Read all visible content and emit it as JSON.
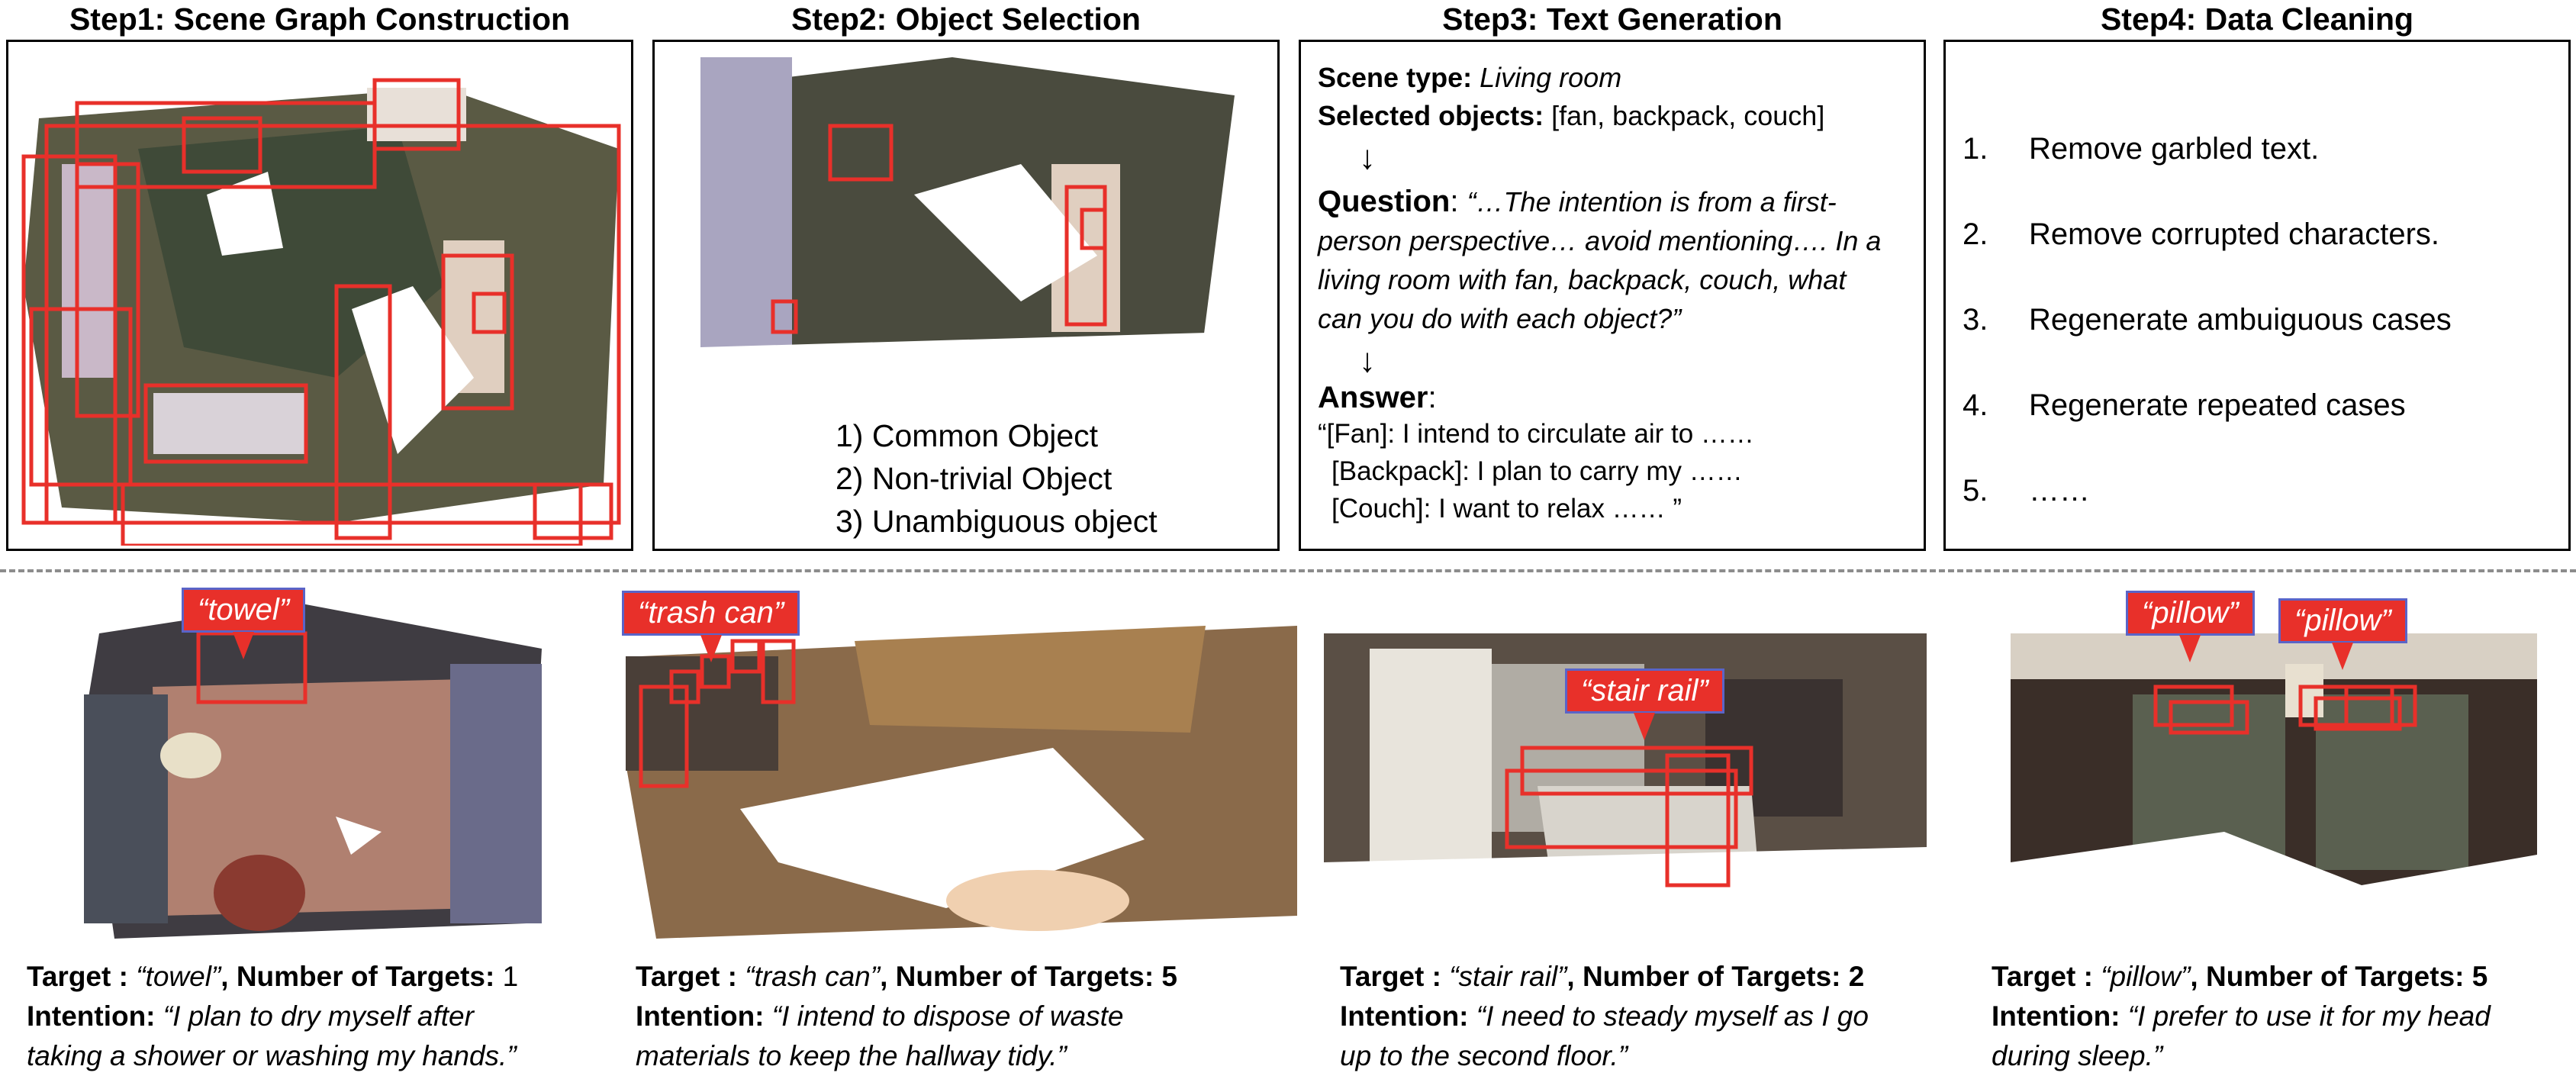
{
  "steps": {
    "step1_title": "Step1: Scene Graph Construction",
    "step2_title": "Step2: Object Selection",
    "step3_title": "Step3: Text Generation",
    "step4_title": "Step4: Data Cleaning"
  },
  "step2": {
    "criteria": [
      "1) Common Object",
      "2) Non-trivial Object",
      "3) Unambiguous object"
    ]
  },
  "step3": {
    "scene_type_label": "Scene type:",
    "scene_type_value": "Living room",
    "selected_label": "Selected objects:",
    "selected_value": "[fan, backpack, couch]",
    "question_label": "Question",
    "question_lines": [
      "“…The intention is from a first-",
      "person perspective… avoid mentioning…. In a",
      "living room with fan, backpack, couch, what",
      "can you do with each object?”"
    ],
    "answer_label": "Answer",
    "answer_lines": [
      "“[Fan]: I intend to circulate air to ……",
      "[Backpack]: I plan to carry my ……",
      "[Couch]: I want to relax …… ”"
    ]
  },
  "step4": {
    "items": [
      {
        "num": "1.",
        "text": "Remove garbled text."
      },
      {
        "num": "2.",
        "text": "Remove corrupted characters."
      },
      {
        "num": "3.",
        "text": "Regenerate ambuiguous cases"
      },
      {
        "num": "4.",
        "text": "Regenerate repeated cases"
      },
      {
        "num": "5.",
        "text": "……"
      }
    ]
  },
  "examples": [
    {
      "callouts": [
        "“towel”"
      ],
      "target_label": "Target :",
      "target_value": "“towel”",
      "count_label": "Number of Targets:",
      "count_value": "1",
      "intention_label": "Intention:",
      "intention_lines": [
        "“I plan to dry myself after",
        "taking a shower or washing my hands.”"
      ]
    },
    {
      "callouts": [
        "“trash can”"
      ],
      "target_label": "Target :",
      "target_value": "“trash can”",
      "count_label": "Number of Targets:",
      "count_value": "5",
      "intention_label": "Intention:",
      "intention_lines": [
        "“I intend to dispose of waste",
        "materials to keep the hallway tidy.”"
      ]
    },
    {
      "callouts": [
        "“stair rail”"
      ],
      "target_label": "Target :",
      "target_value": "“stair rail”",
      "count_label": "Number of Targets:",
      "count_value": "2",
      "intention_label": "Intention:",
      "intention_lines": [
        "“I need to steady myself as I go",
        "up to the second floor.”"
      ]
    },
    {
      "callouts": [
        "“pillow”",
        "“pillow”"
      ],
      "target_label": "Target :",
      "target_value": "“pillow”",
      "count_label": "Number of Targets:",
      "count_value": "5",
      "intention_label": "Intention:",
      "intention_lines": [
        "“I prefer to use it for my head",
        "during sleep.”"
      ]
    }
  ],
  "colors": {
    "box_red": "#e8302a",
    "callout_border": "#5a64c8",
    "divider": "#8c8c8c"
  }
}
